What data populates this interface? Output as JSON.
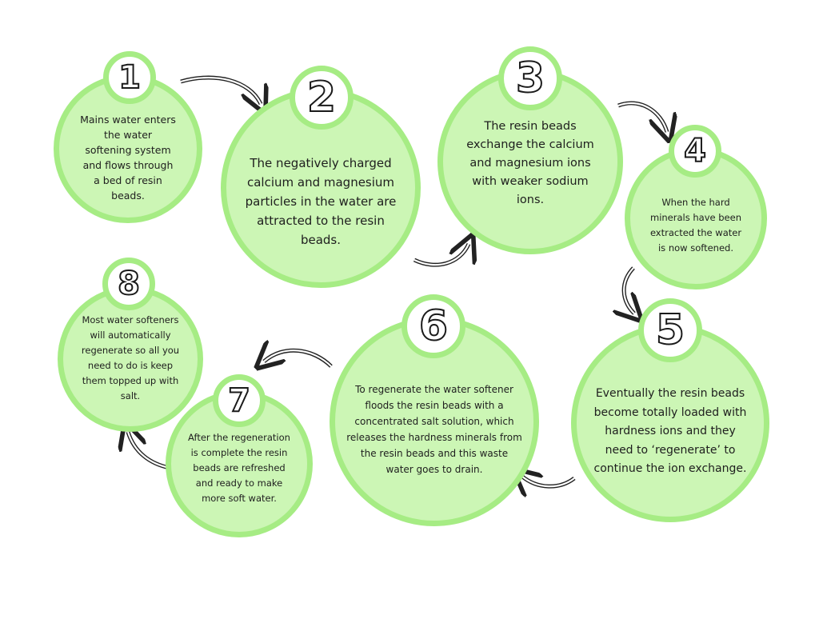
{
  "steps": [
    {
      "number": "1",
      "text": "Mains water enters the water softening system and flows through a bed of resin beads."
    },
    {
      "number": "2",
      "text": "The negatively charged calcium and magnesium particles in the water are attracted to the resin beads."
    },
    {
      "number": "3",
      "text": "The resin beads exchange the calcium and magnesium ions with weaker sodium ions."
    },
    {
      "number": "4",
      "text": "When the hard minerals have been extracted the water is now softened."
    },
    {
      "number": "5",
      "text": "Eventually the resin beads become totally loaded with hardness ions and they need to ‘regenerate’ to continue the ion exchange."
    },
    {
      "number": "6",
      "text": "To regenerate the water softener floods the resin beads with a concentrated salt solution, which releases the hardness minerals from the resin beads and this waste water goes to drain."
    },
    {
      "number": "7",
      "text": "After the regeneration is complete the resin beads are refreshed and ready to make more soft water."
    },
    {
      "number": "8",
      "text": "Most water softeners will automatically regenerate so all you need to do is keep them topped up with salt."
    }
  ],
  "colors": {
    "circle_fill": "#ccf6b5",
    "circle_border": "#a6ec84",
    "arrow": "#222222"
  }
}
